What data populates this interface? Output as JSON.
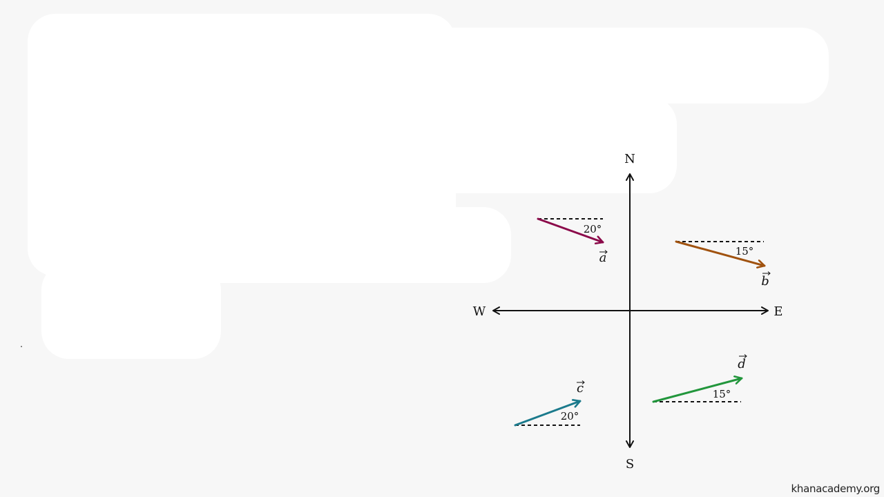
{
  "compass": {
    "north": "N",
    "south": "S",
    "east": "E",
    "west": "W"
  },
  "vectors": {
    "a": {
      "label": "a",
      "angle": "20°",
      "color": "#8b0a4a"
    },
    "b": {
      "label": "b",
      "angle": "15°",
      "color": "#a0520f"
    },
    "c": {
      "label": "c",
      "angle": "20°",
      "color": "#1b7a8c"
    },
    "d": {
      "label": "d",
      "angle": "15°",
      "color": "#22963c"
    }
  },
  "watermark": "khanacademy.org"
}
